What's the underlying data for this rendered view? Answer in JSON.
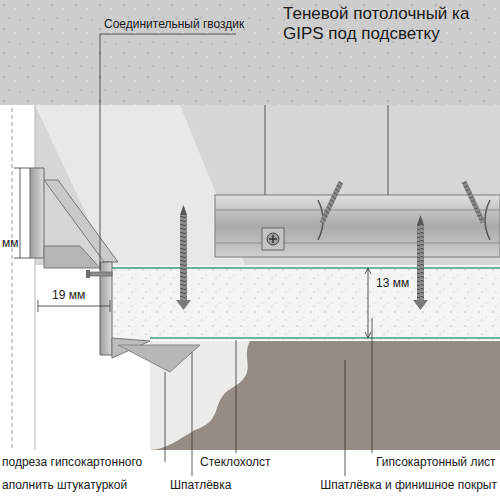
{
  "diagram": {
    "title": "Теневой потолочный ка GIPS под подсветку",
    "labels": [
      "Соединительный гвоздик",
      "мм",
      "19 мм",
      "13 мм",
      "подреза гипсокартонного",
      "аполнить штукатуркой",
      "Шпатлёвка",
      "Стеклохолст",
      "Гипсокартонный лист",
      "Шпатлёвка и финишное покрыт"
    ]
  }
}
